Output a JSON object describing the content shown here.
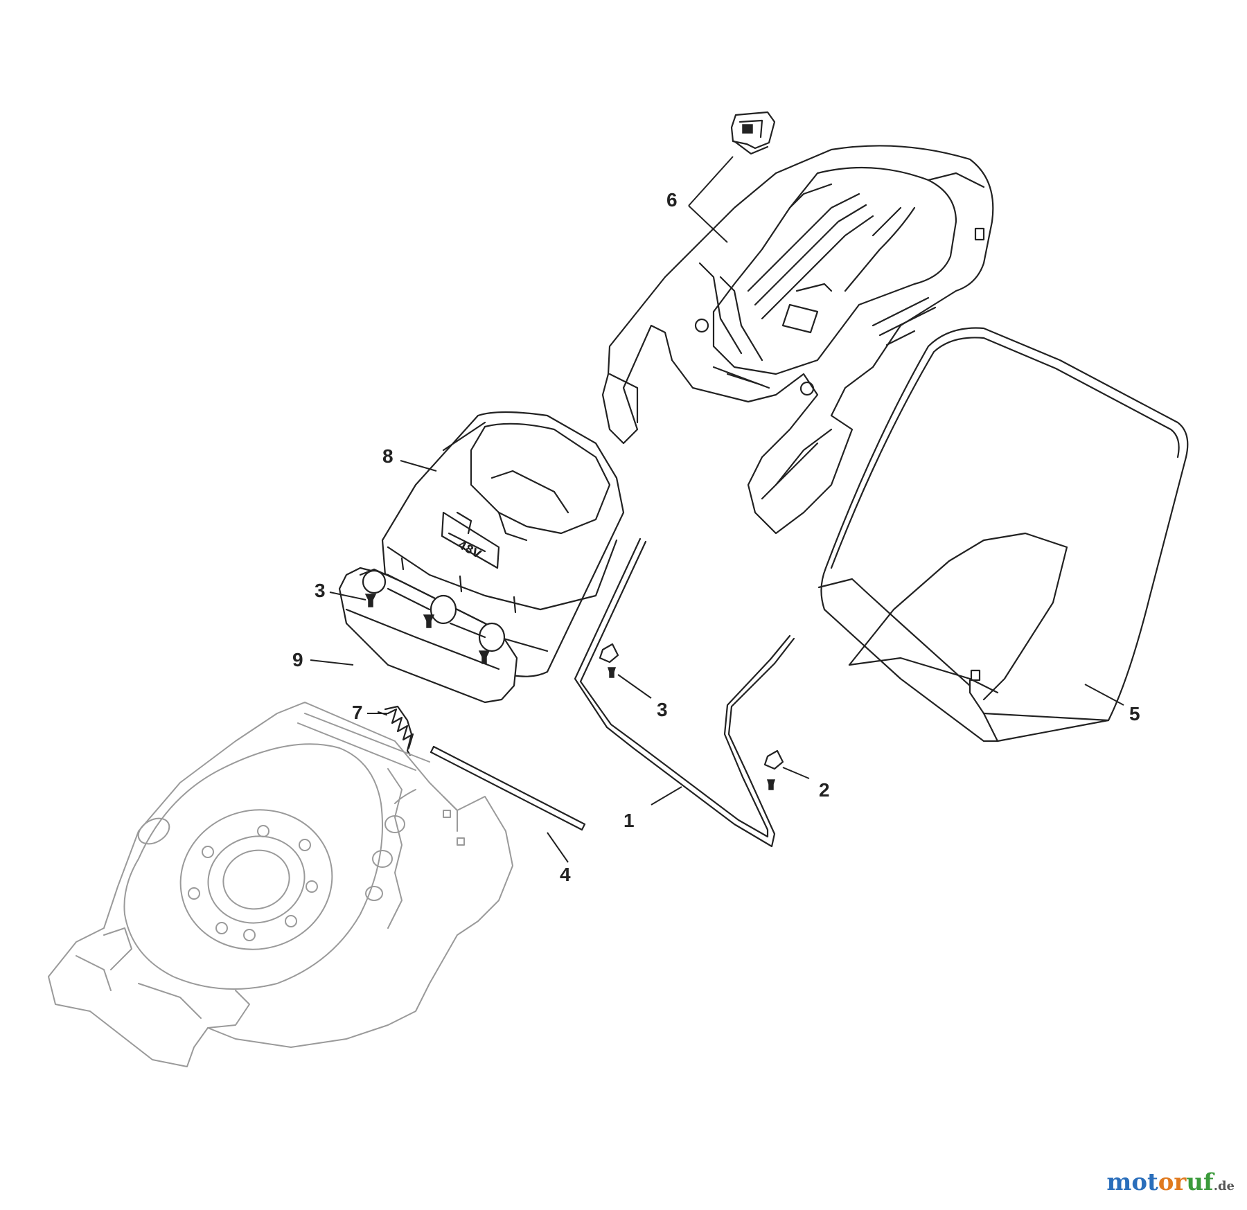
{
  "diagram": {
    "callouts": [
      {
        "id": "1",
        "label": "1"
      },
      {
        "id": "2",
        "label": "2"
      },
      {
        "id": "3a",
        "label": "3"
      },
      {
        "id": "3b",
        "label": "3"
      },
      {
        "id": "4",
        "label": "4"
      },
      {
        "id": "5",
        "label": "5"
      },
      {
        "id": "6",
        "label": "6"
      },
      {
        "id": "7",
        "label": "7"
      },
      {
        "id": "8",
        "label": "8"
      },
      {
        "id": "9",
        "label": "9"
      }
    ],
    "cover_badge_text": "48V"
  },
  "watermark": {
    "brand_part1": "mot",
    "brand_part2": "or",
    "brand_part3": "uf",
    "tld": ".de"
  },
  "colors": {
    "line": "#222222",
    "deck_line": "#9a9a9a",
    "watermark_blue": "#2a6ebb",
    "watermark_orange": "#e07a1f",
    "watermark_green": "#3a9a3a"
  }
}
